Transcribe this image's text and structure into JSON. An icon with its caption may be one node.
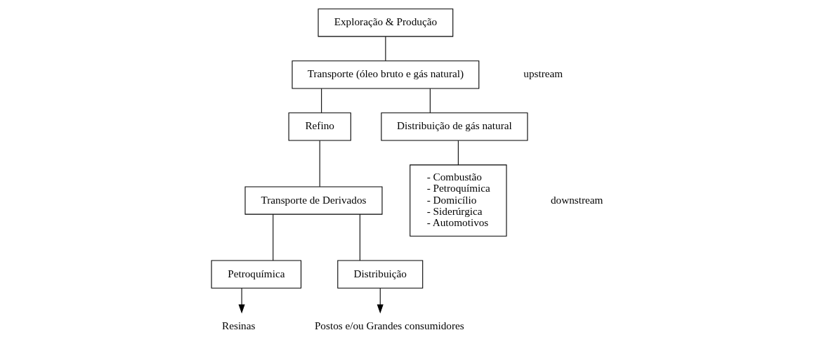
{
  "diagram": {
    "nodes": [
      {
        "text": [
          "Exploração & Produção"
        ]
      },
      {
        "text": [
          "Transporte (óleo bruto e gás natural)"
        ]
      },
      {
        "text": [
          "Refino"
        ]
      },
      {
        "text": [
          "Distribuição de gás natural"
        ]
      },
      {
        "text": [
          "Transporte de Derivados"
        ]
      },
      {
        "text": [
          "Petroquímica"
        ]
      },
      {
        "text": [
          "Distribuição"
        ]
      },
      {
        "text": [
          "- Combustão",
          "- Petroquímica",
          "- Domicílio",
          "- Siderúrgica",
          "- Automotivos"
        ]
      },
      {
        "text": [
          "Resinas"
        ]
      },
      {
        "text": [
          "Postos e/ou Grandes consumidores"
        ]
      }
    ],
    "edges": [
      {
        "from": 0,
        "to": 1,
        "arrow": "none"
      },
      {
        "from": 1,
        "to": 2,
        "arrow": "none"
      },
      {
        "from": 1,
        "to": 3,
        "arrow": "none"
      },
      {
        "from": 2,
        "to": 4,
        "arrow": "none"
      },
      {
        "from": 4,
        "to": 5,
        "arrow": "none"
      },
      {
        "from": 4,
        "to": 6,
        "arrow": "none"
      },
      {
        "from": 3,
        "to": 7,
        "arrow": "none"
      },
      {
        "from": 5,
        "to": 8,
        "arrow": "to"
      },
      {
        "from": 6,
        "to": 9,
        "arrow": "to"
      }
    ],
    "labels": [
      "upstream",
      "downstream"
    ]
  }
}
